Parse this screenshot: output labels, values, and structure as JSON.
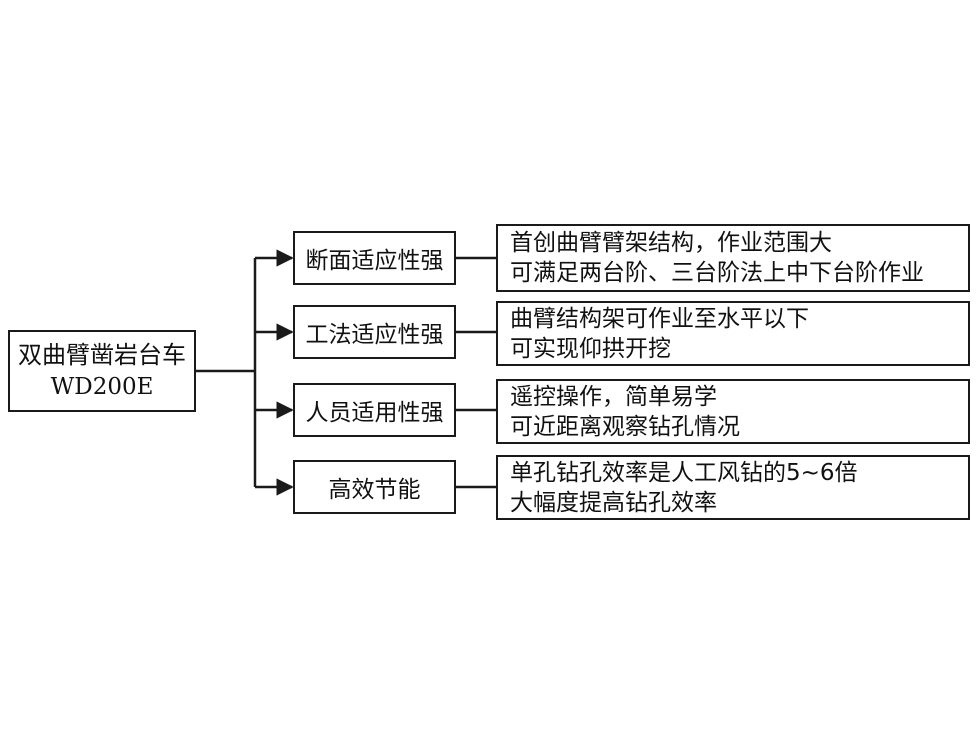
{
  "root": {
    "line1": "双曲臂凿岩台车",
    "line2": "WD200E"
  },
  "branches": [
    {
      "label": "断面适应性强",
      "details": [
        "首创曲臂臂架结构，作业范围大",
        "可满足两台阶、三台阶法上中下台阶作业"
      ]
    },
    {
      "label": "工法适应性强",
      "details": [
        "曲臂结构架可作业至水平以下",
        "可实现仰拱开挖"
      ]
    },
    {
      "label": "人员适用性强",
      "details": [
        "遥控操作，简单易学",
        "可近距离观察钻孔情况"
      ]
    },
    {
      "label": "高效节能",
      "details": [
        "单孔钻孔效率是人工风钻的5~6倍",
        "大幅度提高钻孔效率"
      ]
    }
  ]
}
